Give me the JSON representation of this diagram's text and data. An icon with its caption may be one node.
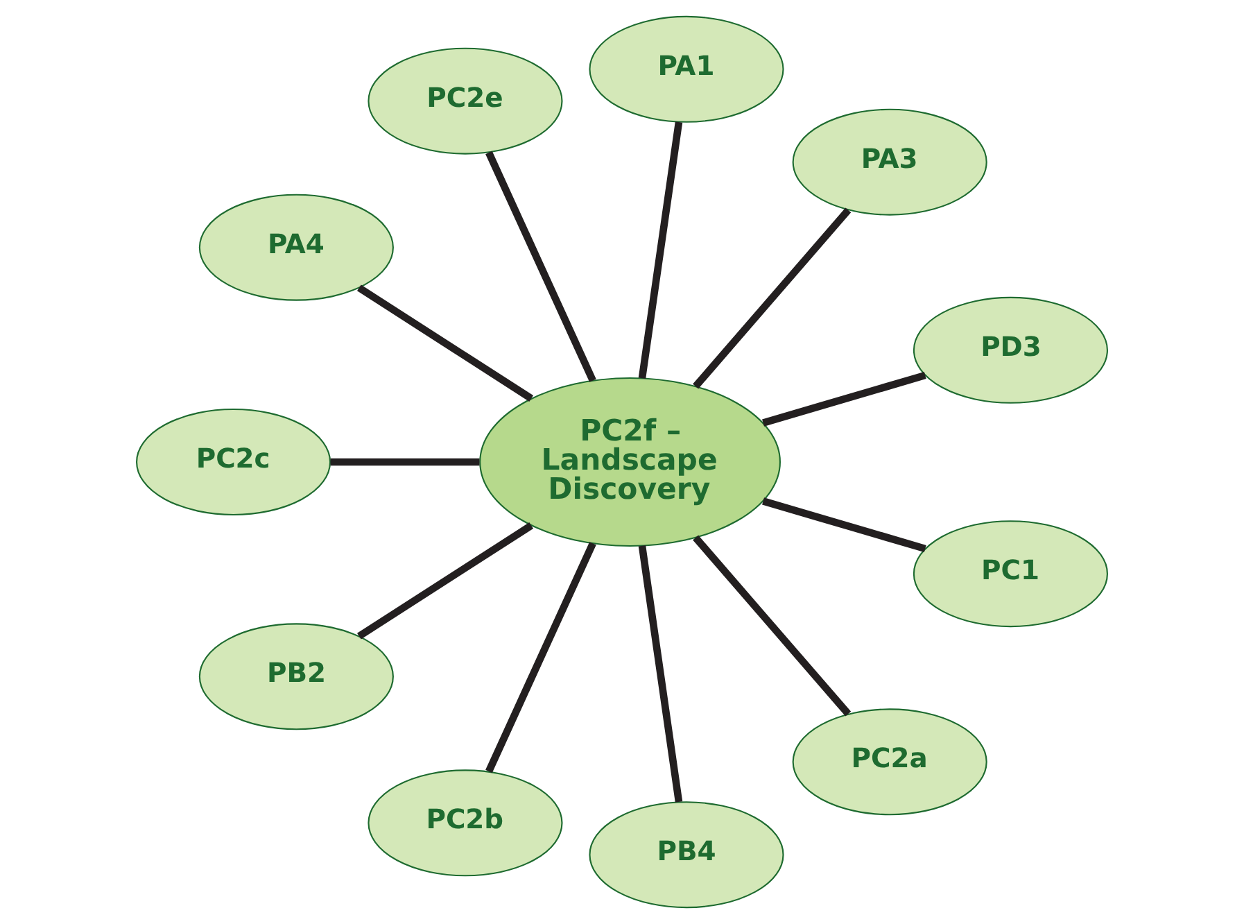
{
  "diagram": {
    "nodes": [
      {
        "text": [
          "PD3"
        ]
      },
      {
        "text": [
          "PA3"
        ]
      },
      {
        "text": [
          "PA1"
        ]
      },
      {
        "text": [
          "PC2e"
        ]
      },
      {
        "text": [
          "PA4"
        ]
      },
      {
        "text": [
          "PC2f – Landscape Discovery"
        ]
      },
      {
        "text": [
          "PC2c"
        ]
      },
      {
        "text": [
          "PB2"
        ]
      },
      {
        "text": [
          "PC2b"
        ]
      },
      {
        "text": [
          "PB4"
        ]
      },
      {
        "text": [
          "PC2a"
        ]
      },
      {
        "text": [
          "PC1"
        ]
      }
    ],
    "edges": [
      {
        "from": 5,
        "to": 2,
        "arrow": "none"
      },
      {
        "from": 5,
        "to": 1,
        "arrow": "none"
      },
      {
        "from": 5,
        "to": 4,
        "arrow": "none"
      },
      {
        "from": 5,
        "to": 7,
        "arrow": "none"
      },
      {
        "from": 5,
        "to": 9,
        "arrow": "none"
      },
      {
        "from": 5,
        "to": 11,
        "arrow": "none"
      },
      {
        "from": 5,
        "to": 10,
        "arrow": "none"
      },
      {
        "from": 5,
        "to": 8,
        "arrow": "none"
      },
      {
        "from": 5,
        "to": 6,
        "arrow": "none"
      },
      {
        "from": 5,
        "to": 3,
        "arrow": "none"
      },
      {
        "from": 5,
        "to": 0,
        "arrow": "none"
      }
    ]
  }
}
